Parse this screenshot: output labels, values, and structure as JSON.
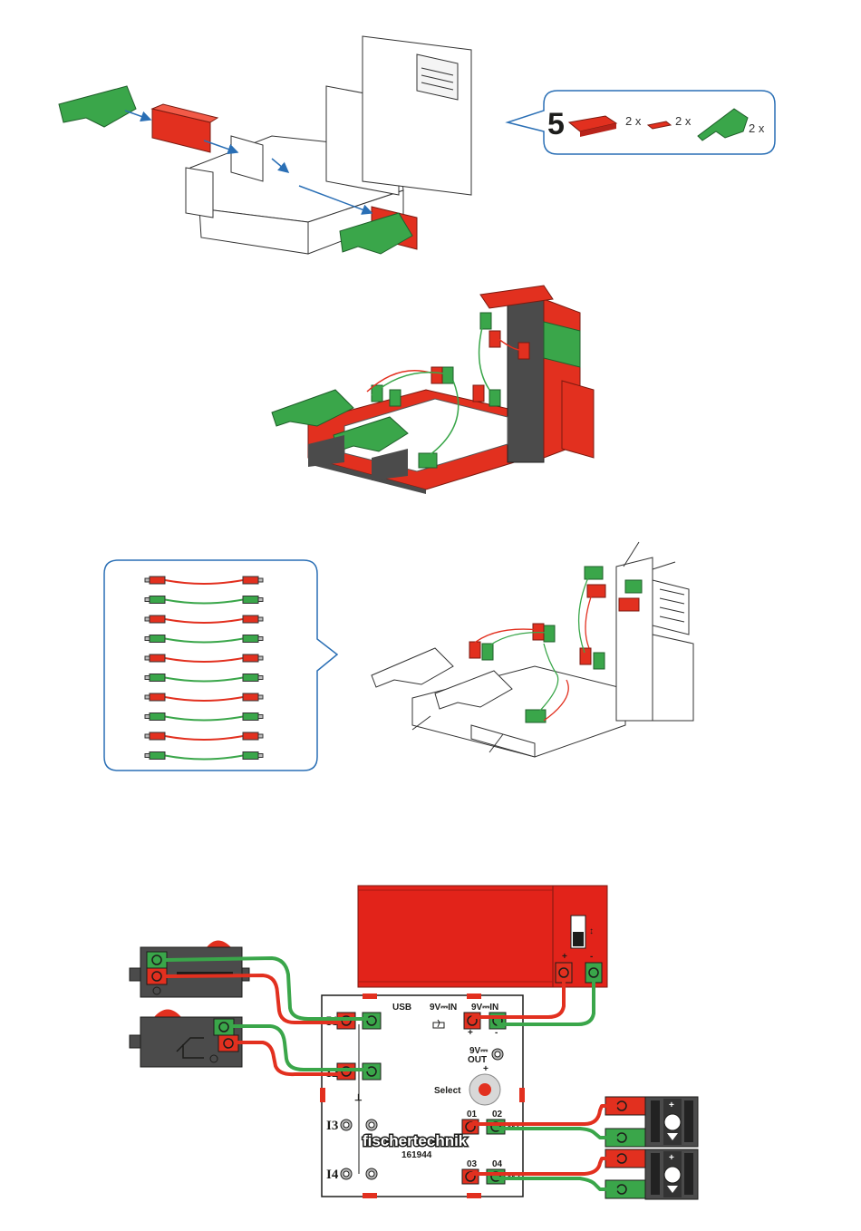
{
  "parts_callout": {
    "step_number": "5",
    "items": [
      {
        "name": "red-plate",
        "qty": "2 x",
        "color": "#e2301f"
      },
      {
        "name": "red-connector",
        "qty": "2 x",
        "color": "#e2301f"
      },
      {
        "name": "green-flap",
        "qty": "2 x",
        "color": "#3aa64a"
      }
    ]
  },
  "cables_callout": {
    "cables": [
      "red",
      "green",
      "red",
      "green",
      "red",
      "green",
      "red",
      "green",
      "red",
      "green"
    ]
  },
  "wiring": {
    "controller": {
      "usb": "USB",
      "power_in_left": "9V⎓IN",
      "power_in_right": "9V⎓IN",
      "plus": "+",
      "minus": "-",
      "power_out": "9V⎓\nOUT",
      "power_out_plus": "+",
      "select": "Select",
      "brand": "fischertechnik",
      "model": "161944",
      "inputs": [
        "I1",
        "I2",
        "I3",
        "I4"
      ],
      "outputs": [
        "01",
        "02",
        "03",
        "04"
      ],
      "motor_outputs": [
        "M1",
        "M2"
      ]
    },
    "colors": {
      "red": "#e2301f",
      "green": "#3aa64a",
      "battery": "#e2231a",
      "dark_gray": "#4b4b4b"
    }
  }
}
